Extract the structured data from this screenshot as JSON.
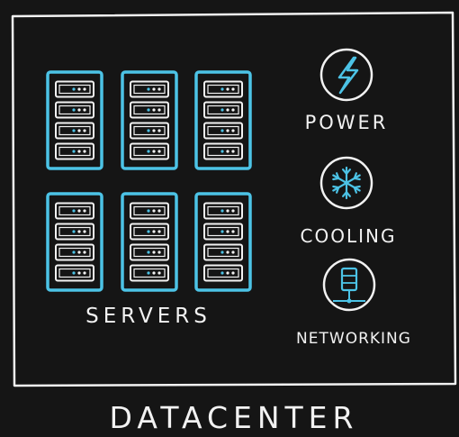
{
  "diagram": {
    "title": "DATACENTER",
    "servers": {
      "label": "SERVERS",
      "rack_count": 6,
      "units_per_rack": 4
    },
    "resources": [
      {
        "label": "POWER",
        "icon": "lightning-bolt-icon"
      },
      {
        "label": "COOLING",
        "icon": "snowflake-icon"
      },
      {
        "label": "NETWORKING",
        "icon": "network-server-icon"
      }
    ]
  },
  "colors": {
    "background": "#151515",
    "line": "#f2f2f2",
    "accent": "#4cc3e6"
  }
}
